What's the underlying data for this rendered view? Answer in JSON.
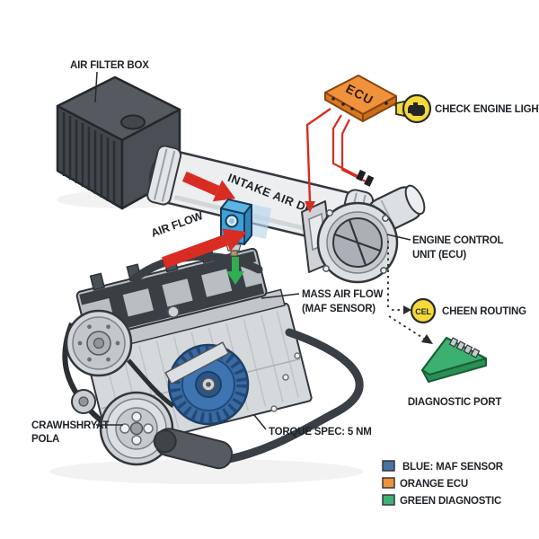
{
  "labels": {
    "air_filter_box": "AIR FILTER BOX",
    "intake_air_duct": "INTAKE AIR DUCT",
    "air_flow": "AIR FLOW",
    "ecu_chip": "ECU",
    "check_engine_light": "CHECK ENGINE LIGHT",
    "engine_control_unit": [
      "ENGINE CONTROL",
      "UNIT (ECU)"
    ],
    "mass_air_flow": [
      "MASS AIR FLOW",
      "(MAF SENSOR)"
    ],
    "cel_badge": "CEL",
    "cheen_routing": "CHEEN ROUTING",
    "diagnostic_port": "DIAGNOSTIC PORT",
    "crankshaft_pulley": [
      "CRAWHSHRYAT",
      "POLA"
    ],
    "torque_spec": "TORQUE SPEC: 5 NM"
  },
  "colors": {
    "arrow_red": "#d92c22",
    "ecu_orange": "#f0923b",
    "warning_yellow": "#f4d93b",
    "sensor_blue": "#3f9fd8",
    "diagnostic_green": "#3cb06e",
    "outline_dark": "#33373c"
  },
  "legend": {
    "items": [
      {
        "swatch": "#4a72a4",
        "label": "BLUE: MAF SENSOR"
      },
      {
        "swatch": "#f0923b",
        "label": "ORANGE ECU"
      },
      {
        "swatch": "#3fb273",
        "label": "GREEN DIAGNOSTIC"
      }
    ]
  }
}
